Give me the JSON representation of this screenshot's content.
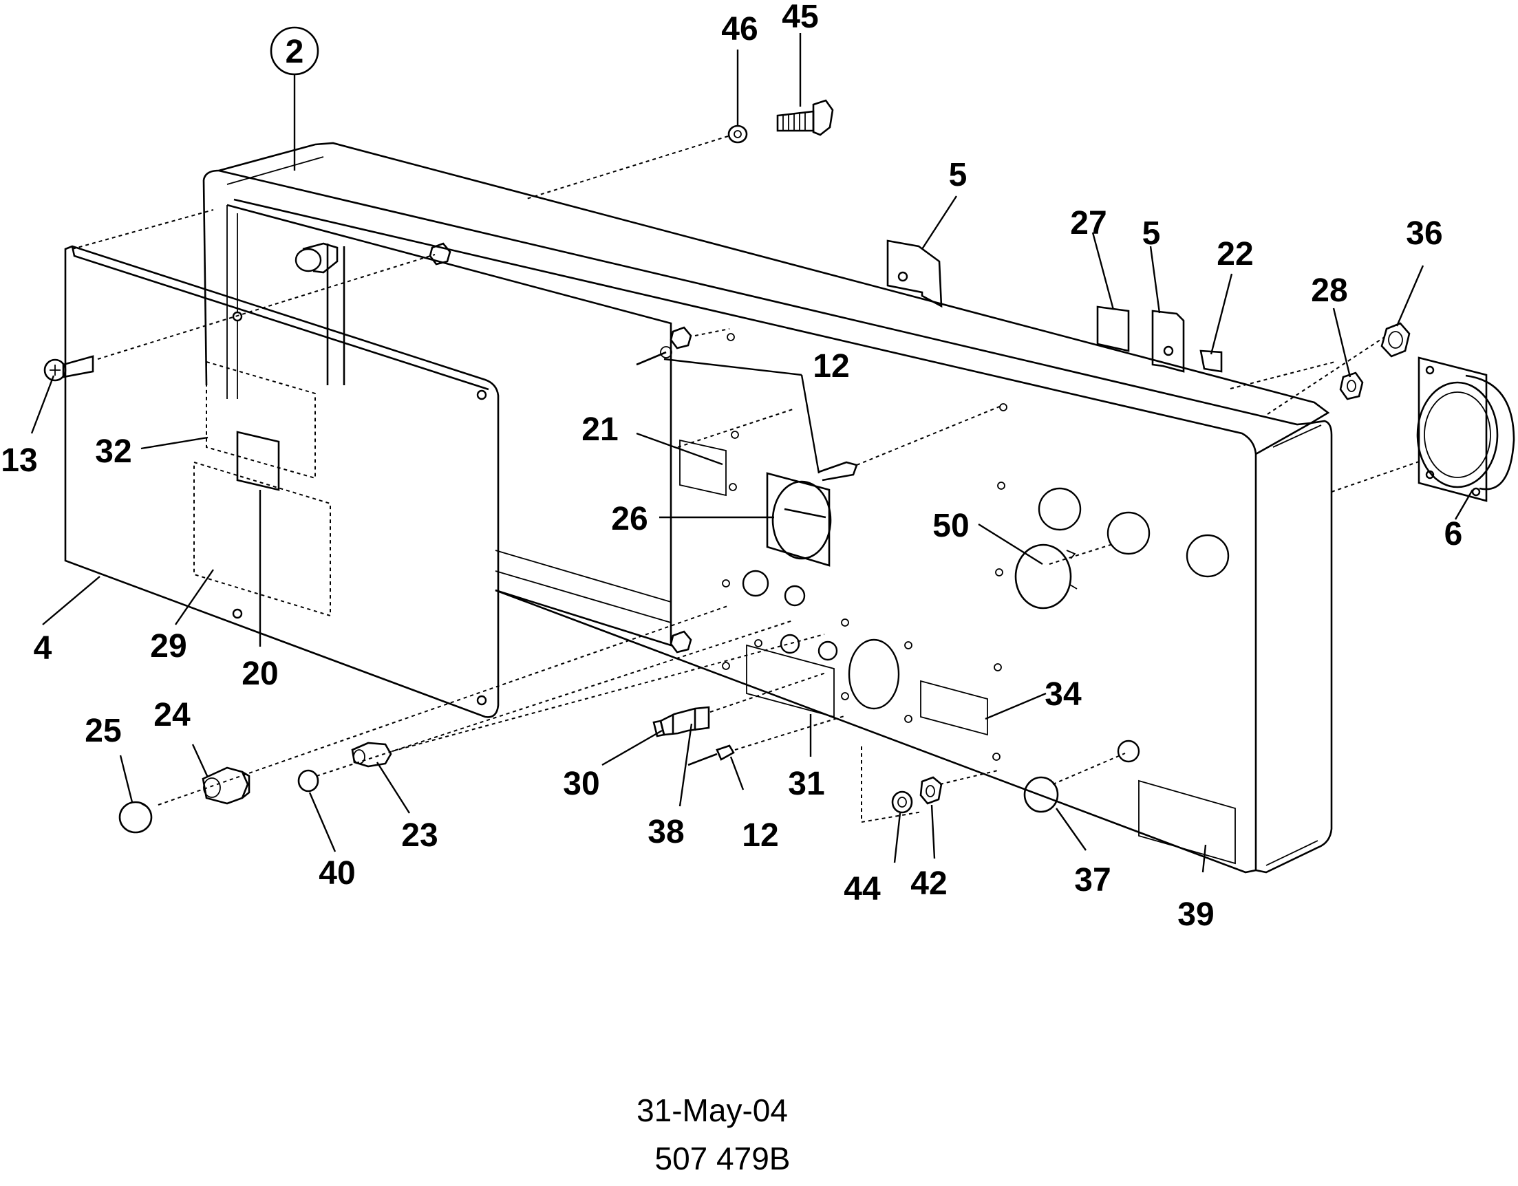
{
  "diagram": {
    "callouts": [
      {
        "id": "c2",
        "text": "2"
      },
      {
        "id": "c4",
        "text": "4"
      },
      {
        "id": "c5a",
        "text": "5"
      },
      {
        "id": "c5b",
        "text": "5"
      },
      {
        "id": "c6",
        "text": "6"
      },
      {
        "id": "c12a",
        "text": "12"
      },
      {
        "id": "c12b",
        "text": "12"
      },
      {
        "id": "c13",
        "text": "13"
      },
      {
        "id": "c20",
        "text": "20"
      },
      {
        "id": "c21",
        "text": "21"
      },
      {
        "id": "c22",
        "text": "22"
      },
      {
        "id": "c23",
        "text": "23"
      },
      {
        "id": "c24",
        "text": "24"
      },
      {
        "id": "c25",
        "text": "25"
      },
      {
        "id": "c26",
        "text": "26"
      },
      {
        "id": "c27",
        "text": "27"
      },
      {
        "id": "c28",
        "text": "28"
      },
      {
        "id": "c29",
        "text": "29"
      },
      {
        "id": "c30",
        "text": "30"
      },
      {
        "id": "c31",
        "text": "31"
      },
      {
        "id": "c32",
        "text": "32"
      },
      {
        "id": "c34",
        "text": "34"
      },
      {
        "id": "c36",
        "text": "36"
      },
      {
        "id": "c37",
        "text": "37"
      },
      {
        "id": "c38",
        "text": "38"
      },
      {
        "id": "c39",
        "text": "39"
      },
      {
        "id": "c40",
        "text": "40"
      },
      {
        "id": "c42",
        "text": "42"
      },
      {
        "id": "c44",
        "text": "44"
      },
      {
        "id": "c45",
        "text": "45"
      },
      {
        "id": "c46",
        "text": "46"
      },
      {
        "id": "c50",
        "text": "50"
      }
    ]
  },
  "footer": {
    "date": "31-May-04",
    "drawing_number": "507 479B"
  }
}
